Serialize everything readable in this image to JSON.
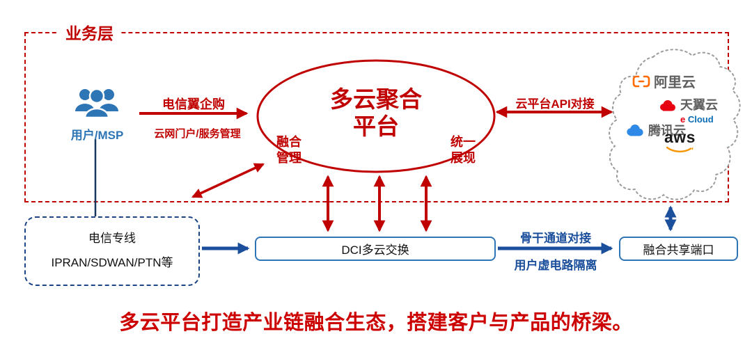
{
  "colors": {
    "red": "#c00000",
    "blue": "#1b4f9c",
    "box_blue": "#2e75b6"
  },
  "business_layer": {
    "label": "业务层"
  },
  "user": {
    "label": "用户/MSP"
  },
  "left_flow": {
    "purchase_label": "电信翼企购",
    "portal_label": "云网门户/服务管理"
  },
  "platform": {
    "title": "多云聚合\n平台",
    "fusion_management": "融合\n管理",
    "unified_presentation": "统一\n展现"
  },
  "api_link_label": "云平台API对接",
  "cloud_providers": {
    "aliyun": "阿里云",
    "tianyi": "天翼云",
    "ecloud_e": "e",
    "ecloud_word": "Cloud",
    "tencent": "腾讯云",
    "aws": "aws"
  },
  "bottom_flow": {
    "telecom_line": "电信专线\nIPRAN/SDWAN/PTN等",
    "dci": "DCI多云交换",
    "backbone_label": "骨干通道对接",
    "isolation_label": "用户虚电路隔离",
    "shared_port": "融合共享端口"
  },
  "footer": {
    "slogan": "多云平台打造产业链融合生态，搭建客户与产品的桥梁。"
  }
}
